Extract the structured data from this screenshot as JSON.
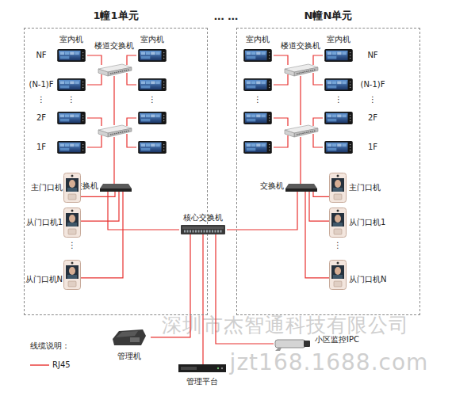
{
  "diagram": {
    "nodes": [
      {
        "text": [
          "1幢1单元"
        ]
      },
      {
        "text": [
          "交换机"
        ],
        "in": 0
      },
      {
        "text": [
          "主门口机"
        ],
        "in": 0
      },
      {
        "text": [
          "从门口机1"
        ],
        "in": 0
      },
      {
        "text": [
          "从门口机N"
        ],
        "in": 0
      },
      {
        "text": [
          "N幢N单元"
        ]
      },
      {
        "text": [
          "交换机"
        ],
        "in": 5
      },
      {
        "text": [
          "主门口机"
        ],
        "in": 5
      },
      {
        "text": [
          "从门口机1"
        ],
        "in": 5
      },
      {
        "text": [
          "从门口机N"
        ],
        "in": 5
      },
      {
        "text": [
          "核心交换机"
        ]
      },
      {
        "text": [
          "管理机"
        ]
      },
      {
        "text": [
          "管理平台"
        ]
      },
      {
        "text": [
          "小区监控IPC"
        ]
      }
    ],
    "edges": [
      {
        "from": 2,
        "to": 1,
        "arrow": "none"
      },
      {
        "from": 3,
        "to": 1,
        "arrow": "none"
      },
      {
        "from": 4,
        "to": 1,
        "arrow": "none"
      },
      {
        "from": 1,
        "to": 10,
        "arrow": "none"
      },
      {
        "from": 7,
        "to": 6,
        "arrow": "none"
      },
      {
        "from": 8,
        "to": 6,
        "arrow": "none"
      },
      {
        "from": 9,
        "to": 6,
        "arrow": "none"
      },
      {
        "from": 6,
        "to": 10,
        "arrow": "none"
      },
      {
        "from": 10,
        "to": 11,
        "arrow": "none"
      },
      {
        "from": 10,
        "to": 12,
        "arrow": "none"
      },
      {
        "from": 10,
        "to": 13,
        "arrow": "none"
      }
    ],
    "labels": [
      "… …",
      "室内机",
      "楼道交换机",
      "室内机",
      "NF",
      "(N-1)F",
      "⋮",
      "2F",
      "1F",
      "⋮",
      "⋮",
      "⋮",
      "室内机",
      "楼道交换机",
      "室内机",
      "NF",
      "(N-1)F",
      "⋮",
      "2F",
      "1F",
      "⋮",
      "⋮",
      "⋮",
      "深圳市杰智通科技有限公司",
      "jzt168.1688.com",
      "线缆说明："
    ],
    "legend": [
      {
        "text": "RJ45"
      }
    ]
  }
}
